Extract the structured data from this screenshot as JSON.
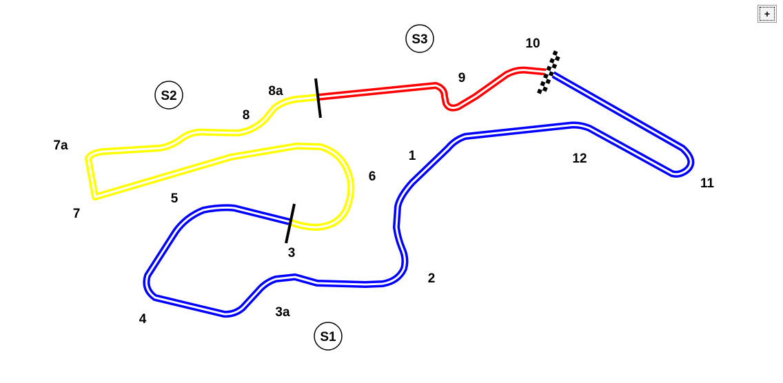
{
  "map": {
    "sectors": [
      {
        "name": "S1",
        "color": "#0000ff"
      },
      {
        "name": "S2",
        "color": "#ffff00"
      },
      {
        "name": "S3",
        "color": "#ff0000"
      }
    ],
    "corners": [
      "1",
      "2",
      "3",
      "3a",
      "4",
      "5",
      "6",
      "7",
      "7a",
      "8",
      "8a",
      "9",
      "10",
      "11",
      "12"
    ],
    "zoom_button": "+"
  }
}
